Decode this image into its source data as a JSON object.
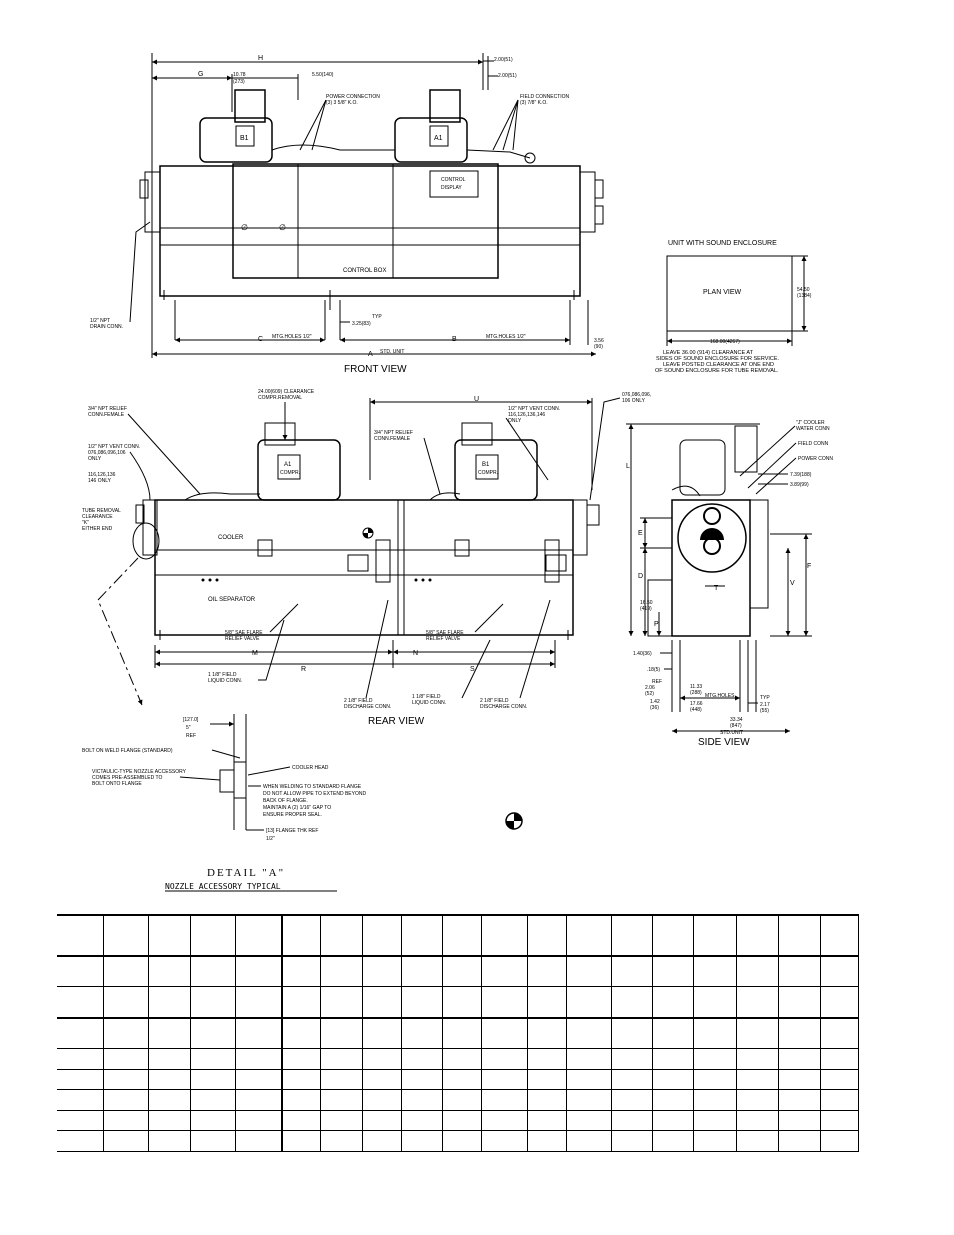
{
  "views": {
    "front": "FRONT VIEW",
    "rear": "REAR VIEW",
    "side": "SIDE VIEW"
  },
  "front": {
    "H": "H",
    "G": "G",
    "C": "C",
    "B": "B",
    "A": "A",
    "dim_1078": "10.78",
    "dim_1078b": "(273)",
    "dim_550": "5.50(140)",
    "dim_200a": "2.00(51)",
    "dim_200b": "2.00(51)",
    "power_conn_1": "POWER CONNECTION",
    "power_conn_2": "(3) 3 5/8\" K.O.",
    "field_conn_1": "FIELD CONNECTION",
    "field_conn_2": "(3) 7/8\" K.O.",
    "comp_b1": "B1",
    "comp_a1": "A1",
    "control_display_1": "CONTROL",
    "control_display_2": "DISPLAY",
    "control_box": "CONTROL BOX",
    "drain_1": "1/2\" NPT",
    "drain_2": "DRAIN CONN.",
    "typ": "TYP",
    "dim_325": "3.25(83)",
    "mtg_holes_a": "MTG.HOLES 1/2\"",
    "mtg_holes_b": "MTG.HOLES 1/2\"",
    "dim_356": "3.56",
    "dim_356b": "(90)",
    "std_unit": "STD. UNIT"
  },
  "enclosure": {
    "title": "UNIT WITH SOUND ENCLOSURE",
    "plan_view": "PLAN VIEW",
    "dim_5450": "54.50",
    "dim_5450b": "(1384)",
    "dim_168": "168.00(4267)",
    "note_1": "LEAVE 36.00 (914) CLEARANCE AT",
    "note_2": "SIDES OF SOUND ENCLOSURE FOR SERVICE.",
    "note_3": "LEAVE POSTED CLEARANCE AT ONE END",
    "note_4": "OF SOUND ENCLOSURE FOR TUBE REMOVAL."
  },
  "rear": {
    "clearance_1": "24.00(609) CLEARANCE",
    "clearance_2": "COMPR.REMOVAL",
    "relief_1": "3/4\" NPT RELIEF",
    "relief_2": "CONN.FEMALE",
    "relief_b1": "3/4\" NPT RELIEF",
    "relief_b2": "CONN.FEMALE",
    "vent_1": "1/2\" NPT VENT CONN.",
    "vent_2": "076,086,096,106",
    "vent_3": "ONLY",
    "vent_4": "116,126,136",
    "vent_5": "146 ONLY",
    "vent_r1": "1/2\" NPT VENT CONN.",
    "vent_r2": "116,126,136,146",
    "vent_r3": "ONLY",
    "models_r1": "076,086,096,",
    "models_r2": "106 ONLY",
    "tube_1": "TUBE REMOVAL",
    "tube_2": "CLEARANCE",
    "tube_3": "\"K\"",
    "tube_4": "EITHER END",
    "U": "U",
    "a1_compr": "A1",
    "a1_compr2": "COMPR.",
    "b1_compr": "B1",
    "b1_compr2": "COMPR.",
    "cooler": "COOLER",
    "oil_sep": "OIL SEPARATOR",
    "flare_1": "5/8\" SAE FLARE",
    "flare_2": "RELIEF VALVE",
    "flare_b1": "5/8\" SAE FLARE",
    "flare_b2": "RELIEF VALVE",
    "M": "M",
    "N": "N",
    "R": "R",
    "S": "S",
    "liquid_1": "1 1/8\" FIELD",
    "liquid_2": "LIQUID CONN.",
    "liquid_b1": "1 1/8\" FIELD",
    "liquid_b2": "LIQUID CONN.",
    "disch_1": "2 1/8\" FIELD",
    "disch_2": "DISCHARGE CONN.",
    "disch_b1": "2 1/8\" FIELD",
    "disch_b2": "DISCHARGE CONN."
  },
  "side": {
    "L": "L",
    "E": "E",
    "D": "D",
    "F": "F",
    "V": "V",
    "P": "P",
    "T": "T",
    "cooler_1": "\"J\" COOLER",
    "cooler_2": "WATER CONN",
    "field": "FIELD CONN",
    "power": "POWER CONN",
    "dim_739": "7.39(188)",
    "dim_389": "3.89(99)",
    "dim_1650": "16.50",
    "dim_1650b": "(419)",
    "dim_140": "1.40(36)",
    "dim_018": ".18(5)",
    "dim_206": "2.06",
    "dim_206b": "(52)",
    "ref": "REF",
    "dim_1133": "11.33",
    "dim_1133b": "(288)",
    "mtg": "MTG.HOLES",
    "typ": "TYP",
    "dim_217": "2.17",
    "dim_217b": "(55)",
    "dim_142": "1.42",
    "dim_142b": "(36)",
    "dim_1766": "17.66",
    "dim_1766b": "(448)",
    "dim_3334": "33.34",
    "dim_3334b": "(847)",
    "std_unit": "STD.UNIT"
  },
  "detail": {
    "dim_127": "[127.0]",
    "dim_5": "5\"",
    "ref": "REF",
    "bolt_on": "BOLT ON WELD FLANGE (STANDARD)",
    "cooler_head": "COOLER HEAD",
    "victaulic_1": "VICTAULIC-TYPE NOZZLE ACCESSORY",
    "victaulic_2": "COMES PRE-ASSEMBLED TO",
    "victaulic_3": "BOLT ONTO FLANGE",
    "weld_1": "WHEN WELDING TO STANDARD FLANGE",
    "weld_2": "DO NOT ALLOW PIPE TO EXTEND BEYOND",
    "weld_3": "BACK OF FLANGE.",
    "weld_4": "MAINTAIN A (2) 1/16\" GAP TO",
    "weld_5": "ENSURE PROPER SEAL.",
    "flange_1": "[13] FLANGE THK REF",
    "flange_2": "1/2\"",
    "title": "DETAIL \"A\"",
    "subtitle": "NOZZLE ACCESSORY TYPICAL"
  }
}
